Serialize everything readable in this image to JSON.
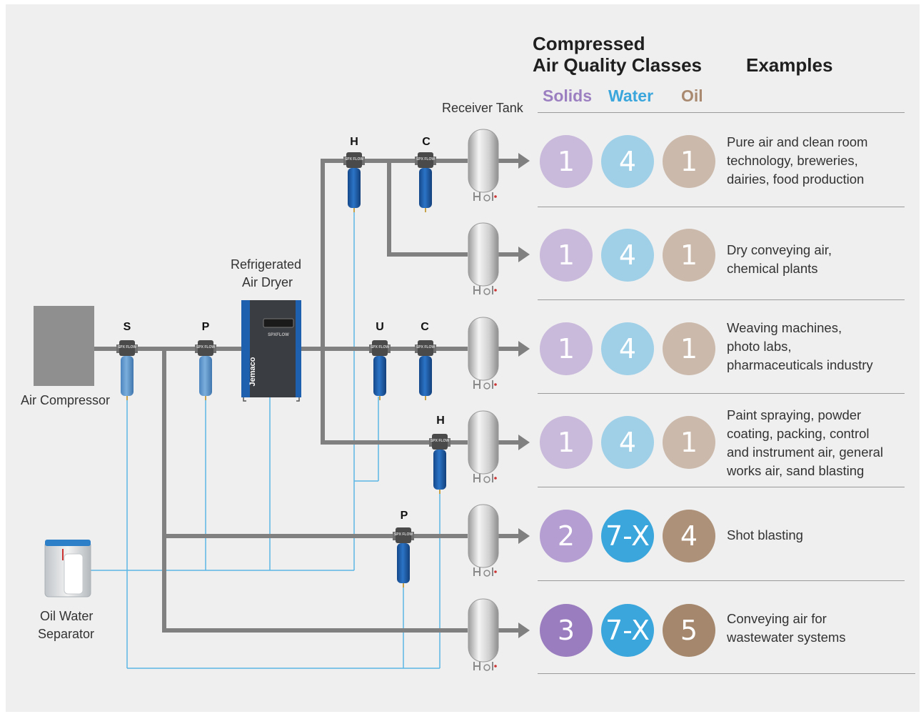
{
  "header": {
    "title_line1": "Compressed",
    "title_line2": "Air Quality Classes",
    "examples": "Examples"
  },
  "columns": {
    "solids": "Solids",
    "water": "Water",
    "oil": "Oil"
  },
  "colors": {
    "solids": "#9b7fc0",
    "water": "#3aa6dc",
    "oil": "#a98a70",
    "pipe": "#808080",
    "drain": "#5bb7e5",
    "filter_blue": "#1e5fae"
  },
  "labels": {
    "receiver_tank": "Receiver Tank",
    "dryer_line1": "Refrigerated",
    "dryer_line2": "Air Dryer",
    "compressor": "Air Compressor",
    "separator_line1": "Oil Water",
    "separator_line2": "Separator",
    "dryer_brand": "Jemaco",
    "dryer_logo": "SPXFLOW",
    "filter_logo": "SPX FLOW"
  },
  "filters": {
    "s": "S",
    "p1": "P",
    "h1": "H",
    "c1": "C",
    "u": "U",
    "c2": "C",
    "h2": "H",
    "p2": "P"
  },
  "rows": [
    {
      "solids": "1",
      "water": "4",
      "oil": "1",
      "emphasis": "light",
      "example": [
        "Pure air and clean room",
        "technology, breweries,",
        "dairies, food production"
      ]
    },
    {
      "solids": "1",
      "water": "4",
      "oil": "1",
      "emphasis": "light",
      "example": [
        "Dry conveying air,",
        "chemical plants"
      ]
    },
    {
      "solids": "1",
      "water": "4",
      "oil": "1",
      "emphasis": "light",
      "example": [
        "Weaving machines,",
        "photo labs,",
        "pharmaceuticals industry"
      ]
    },
    {
      "solids": "1",
      "water": "4",
      "oil": "1",
      "emphasis": "light",
      "example": [
        "Paint spraying, powder",
        "coating, packing, control",
        "and instrument air, general",
        "works air, sand blasting"
      ]
    },
    {
      "solids": "2",
      "water": "7-X",
      "oil": "4",
      "emphasis": "medium",
      "example": [
        "Shot blasting"
      ]
    },
    {
      "solids": "3",
      "water": "7-X",
      "oil": "5",
      "emphasis": "dark",
      "example": [
        "Conveying air for",
        "wastewater systems"
      ]
    }
  ]
}
